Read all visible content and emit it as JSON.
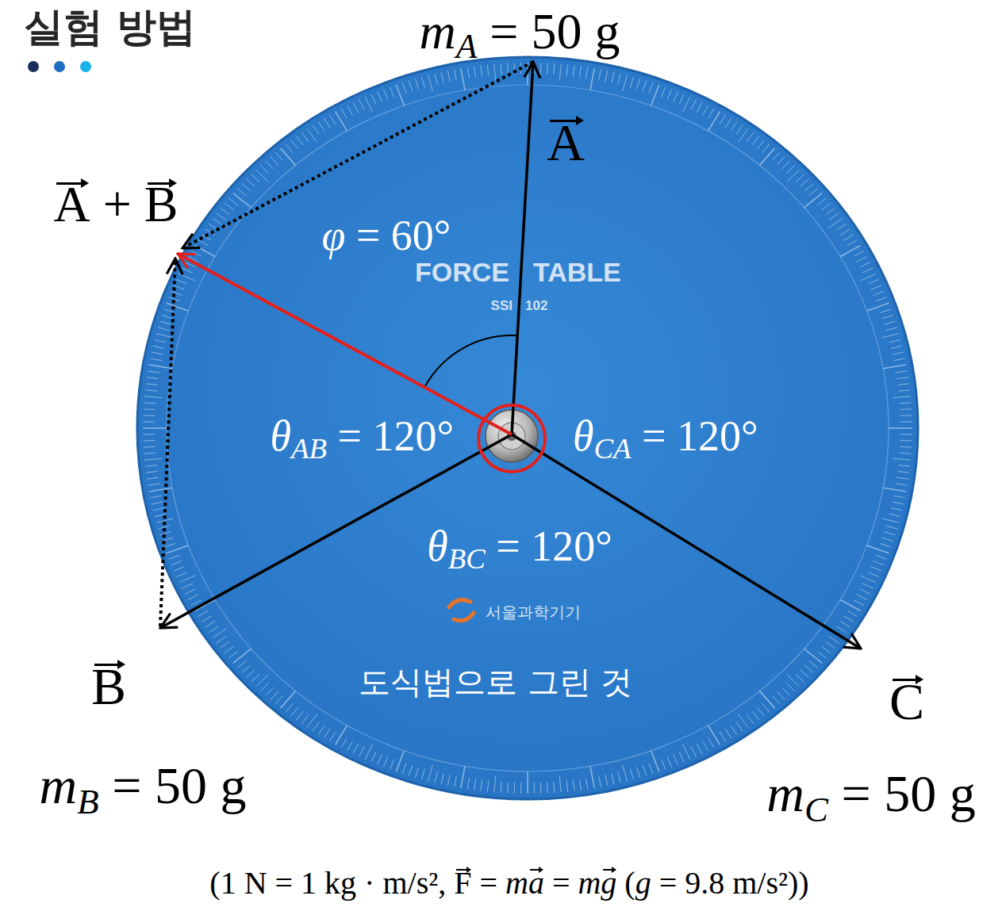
{
  "diagram": {
    "title": "실험 방법",
    "labels": [
      "mA = 50 g",
      "A",
      "A + B",
      "φ = 60°",
      "θAB = 120°",
      "θCA = 120°",
      "θBC = 120°",
      "FORCE TABLE",
      "SSI 102",
      "서울과학기기",
      "B",
      "C",
      "도식법으로 그린 것",
      "mB = 50 g",
      "mC = 50 g",
      "(1 N = 1 kg · m/s², F = ma = mg (g = 9.8 m/s²))"
    ]
  }
}
